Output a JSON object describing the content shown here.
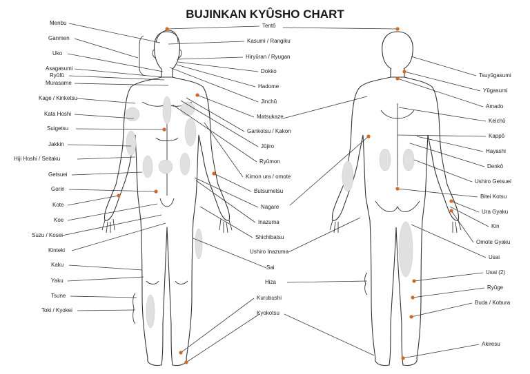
{
  "title": "BUJINKAN KYÛSHO CHART",
  "colors": {
    "point": "#d2691e",
    "zone": "#e0e0e0",
    "line": "#3a3a3a"
  },
  "left_labels": [
    "Menbu",
    "Ganmen",
    "Uko",
    "Asagasumi",
    "Ryûfû",
    "Murasame",
    "Kage / Kinketsu",
    "Kata Hoshi",
    "Suigetsu",
    "Jakkin",
    "Hiji Hoshi / Seitaku",
    "Getsuei",
    "Gorin",
    "Kote",
    "Koe",
    "Suzu / Kosei",
    "Kinteki",
    "Kaku",
    "Yaku",
    "Tsune",
    "Toki / Kyokei"
  ],
  "center_labels": [
    "Tentô",
    "Kasumi / Rangiku",
    "Hiryûran / Ryugan",
    "Dokko",
    "Hadome",
    "Jinchû",
    "Matsukaze",
    "Gankotsu / Kakon",
    "Jûjiro",
    "Ryûmon",
    "Kimon ura / omote",
    "Butsumetsu",
    "Nagare",
    "Inazuma",
    "Shichibatsu",
    "Ushiro Inazuma",
    "Sai",
    "Hiza",
    "Kurubushi",
    "Kyokotsu"
  ],
  "right_labels": [
    "Tsuyûgasumi",
    "Yûgasumi",
    "Amado",
    "Keichû",
    "Kappô",
    "Hayashi",
    "Denkô",
    "Ushiro Getsuei",
    "Bitei Kotsu",
    "Ura Gyaku",
    "Kin",
    "Omote Gyaku",
    "Usai",
    "Usai (2)",
    "Ryûge",
    "Buda / Kobura",
    "Akiresu"
  ]
}
